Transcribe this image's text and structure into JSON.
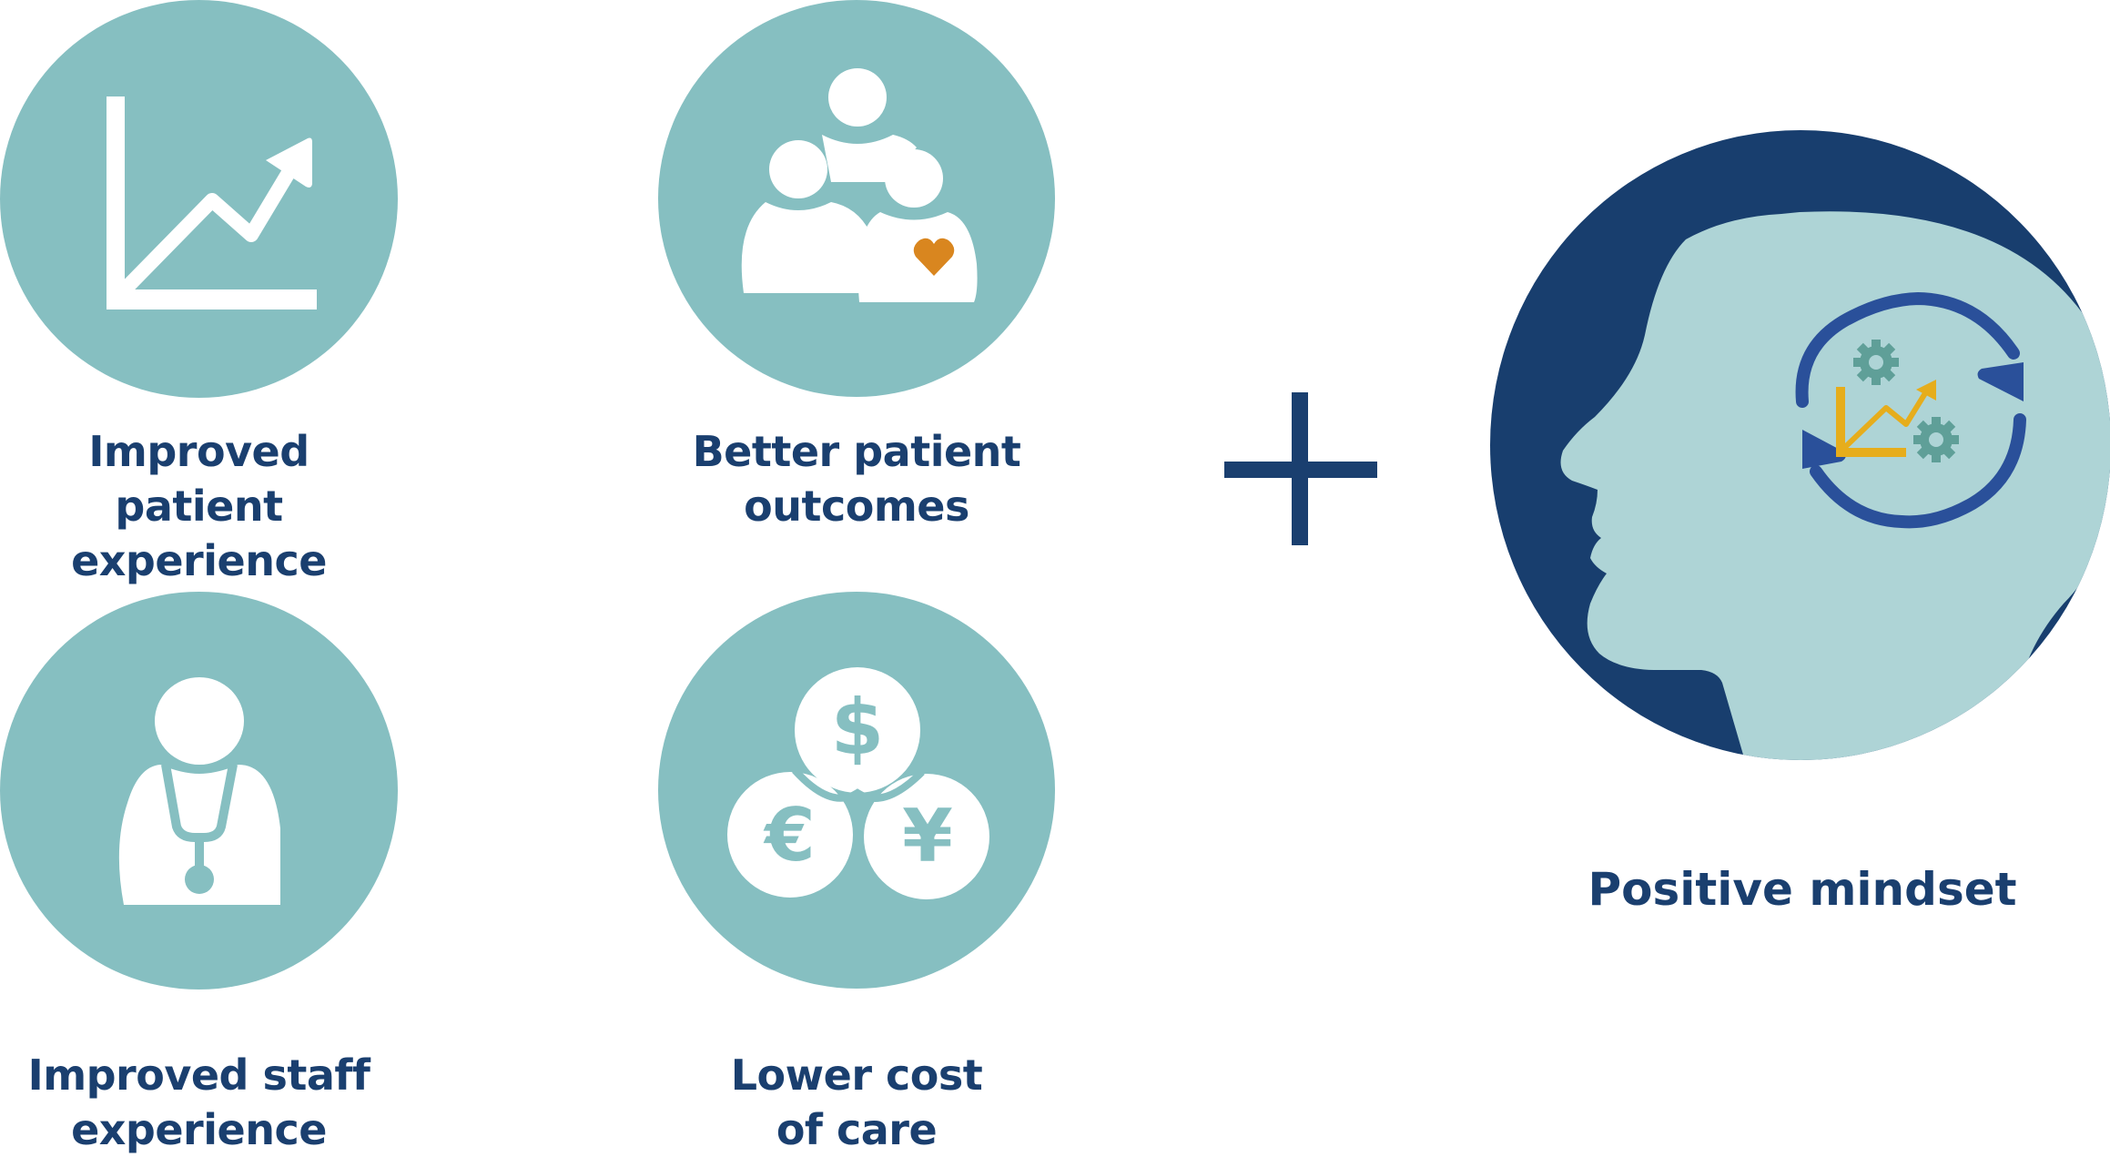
{
  "colors": {
    "teal_circle": "#86bfc1",
    "navy": "#1a3f6f",
    "icon_white": "#ffffff",
    "heart_orange": "#d9861f",
    "head_light": "#aed4d6",
    "cycle_blue": "#2a509a",
    "chart_gold": "#e6ad1c",
    "gear_green": "#5f9f98"
  },
  "outcomes": [
    {
      "id": "patient-experience",
      "icon": "trending-chart-icon",
      "label_line1": "Improved patient",
      "label_line2": "experience"
    },
    {
      "id": "patient-outcomes",
      "icon": "people-heart-icon",
      "label_line1": "Better patient",
      "label_line2": "outcomes"
    },
    {
      "id": "staff-experience",
      "icon": "doctor-stethoscope-icon",
      "label_line1": "Improved staff",
      "label_line2": "experience"
    },
    {
      "id": "cost-of-care",
      "icon": "currency-coins-icon",
      "label_line1": "Lower cost",
      "label_line2": "of care"
    }
  ],
  "operator": {
    "icon": "plus-icon",
    "symbol": "+"
  },
  "mindset": {
    "icon": "head-mindset-icon",
    "label": "Positive mindset"
  }
}
